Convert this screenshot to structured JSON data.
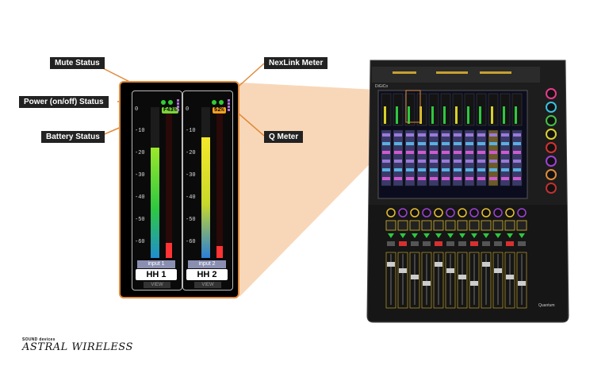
{
  "callouts": {
    "mute": "Mute Status",
    "power": "Power (on/off) Status",
    "battery": "Battery Status",
    "nexlink": "NexLink Meter",
    "q_meter": "Q Meter"
  },
  "meter_scale": [
    "0",
    "-10",
    "-20",
    "-30",
    "-40",
    "-50",
    "-60"
  ],
  "channels": [
    {
      "input": "input 1",
      "name": "HH 1",
      "view": "VIEW",
      "battery": "F43%",
      "battery_color": "#7bd53a",
      "meter_level": 0.73,
      "meter_color": "green",
      "nexlink_level": 0.1
    },
    {
      "input": "input 2",
      "name": "HH 2",
      "view": "VIEW",
      "battery": "52%",
      "battery_color": "#f0a020",
      "meter_level": 0.8,
      "meter_color": "yellow",
      "nexlink_level": 0.08
    }
  ],
  "console": {
    "brand": "DiGiCo",
    "model": "Quantum"
  },
  "logo": {
    "top": "SOUND devices",
    "main": "ASTRAL WIRELESS"
  },
  "colors": {
    "accent": "#e08a3a",
    "label_bg": "#222222"
  }
}
